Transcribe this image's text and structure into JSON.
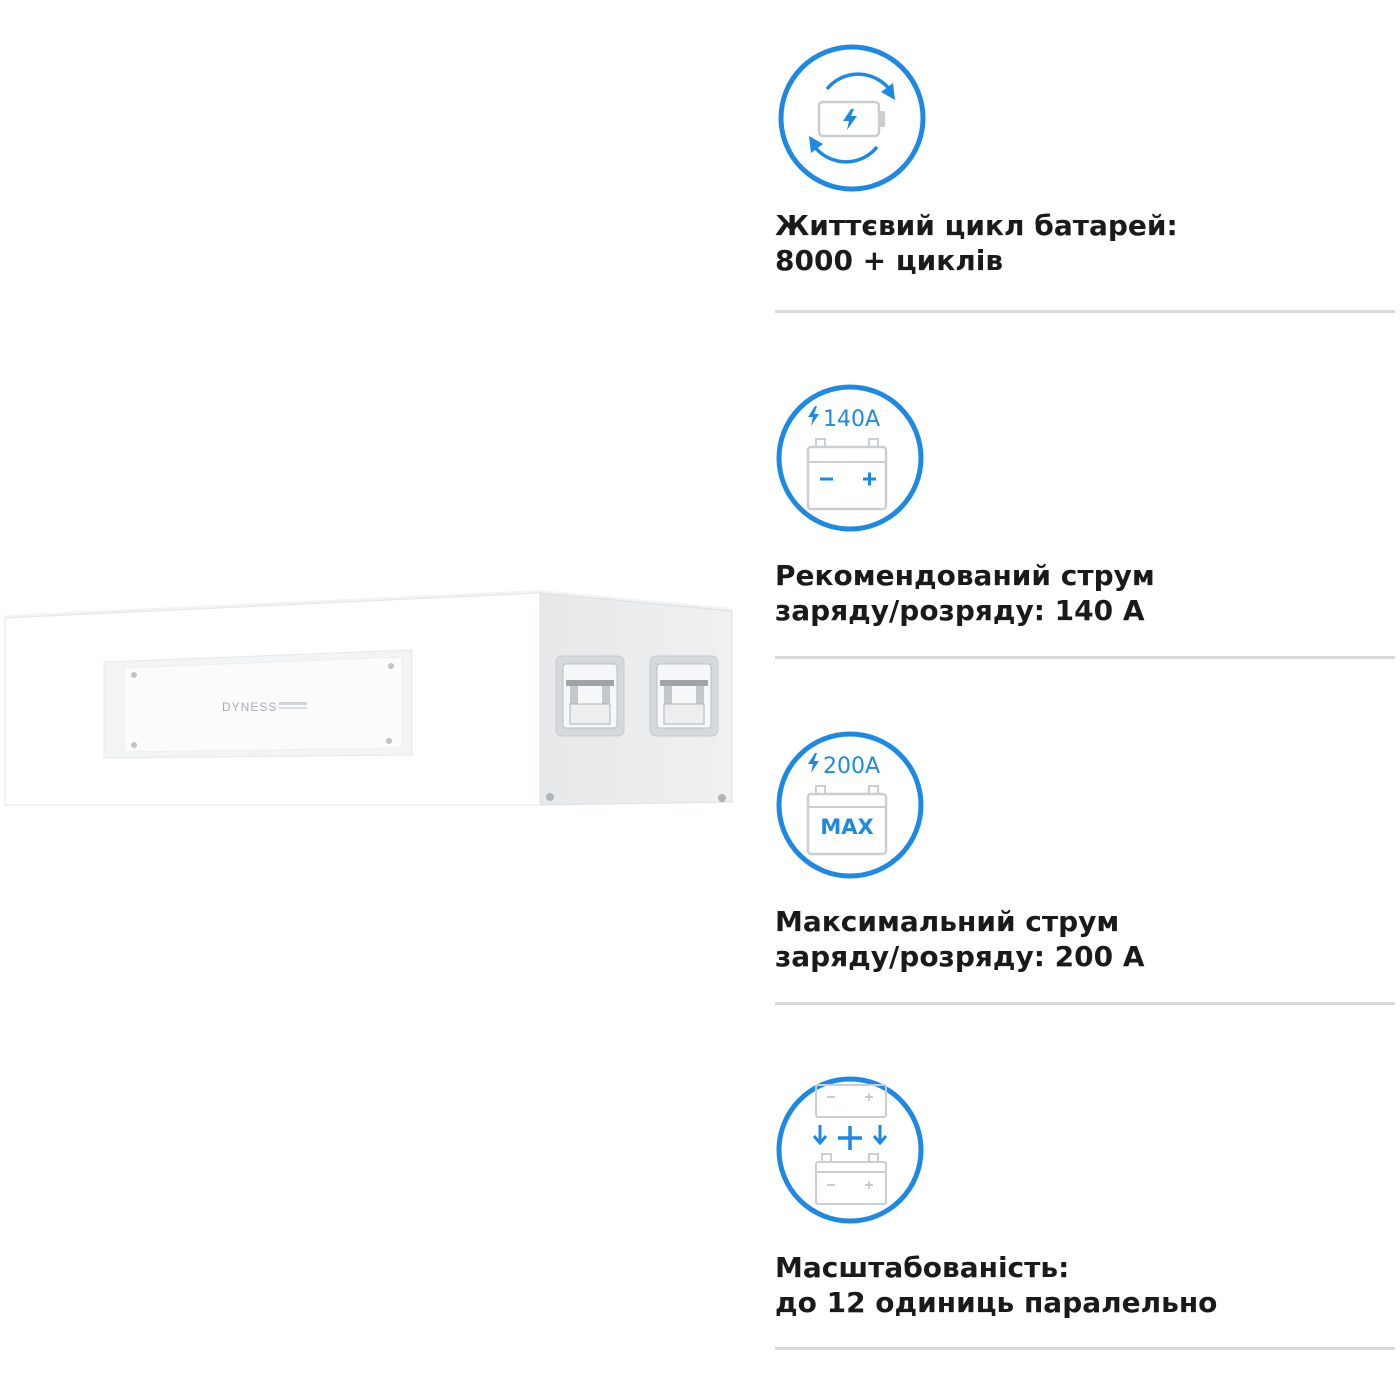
{
  "product": {
    "brand_logo": "DYNESS",
    "brand_colors": {
      "body": "#ffffff",
      "panel": "#f4f5f6",
      "side": "#eceef0"
    }
  },
  "accent_color": "#1e88e5",
  "features": [
    {
      "icon": "battery-cycle-icon",
      "line1": "Життєвий цикл батарей:",
      "line2": "8000 + циклів"
    },
    {
      "icon": "battery-140a-icon",
      "icon_label": "140A",
      "line1": "Рекомендований струм",
      "line2": "заряду/розряду: 140 А"
    },
    {
      "icon": "battery-200a-max-icon",
      "icon_label": "200A",
      "icon_sublabel": "MAX",
      "line1": "Максимальний струм",
      "line2": "заряду/розряду: 200 А"
    },
    {
      "icon": "battery-parallel-icon",
      "line1": "Масштабованість:",
      "line2": "до 12 одиниць паралельно"
    }
  ]
}
